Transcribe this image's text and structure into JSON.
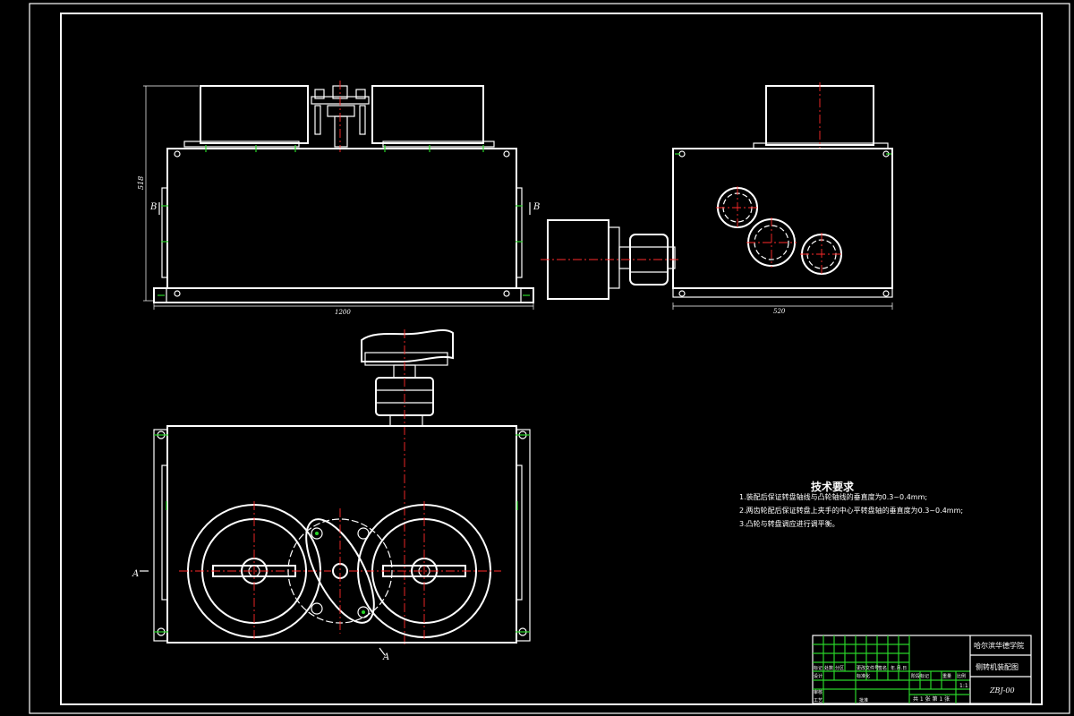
{
  "drawing": {
    "dim_height": "518",
    "dim_width_front": "1200",
    "dim_width_side": "520",
    "section_b": "B",
    "section_a": "A"
  },
  "notes": {
    "heading": "技术要求",
    "items": [
      "1.装配后保证转盘轴线与凸轮轴线的垂直度为0.3~0.4mm;",
      "2.两齿轮配后保证转盘上夹手的中心平转盘轴的垂直度为0.3~0.4mm;",
      "3.凸轮与转盘调应进行调平衡。"
    ]
  },
  "title_block": {
    "school": "哈尔滨华德学院",
    "drawing_name": "侧转机装配图",
    "drawing_number": "ZBJ-00",
    "scale": "1:1",
    "sheet": "共 1 张  第 1 张",
    "labels": {
      "mark": "标记",
      "count": "处数",
      "zone": "分区",
      "change_doc": "更改文件号",
      "signature": "签名",
      "date": "年.月.日",
      "design": "设计",
      "standardize": "标准化",
      "stage_mark": "阶段标记",
      "weight": "重量",
      "ratio": "比例",
      "review": "审核",
      "process": "工艺",
      "approve": "批准"
    }
  }
}
